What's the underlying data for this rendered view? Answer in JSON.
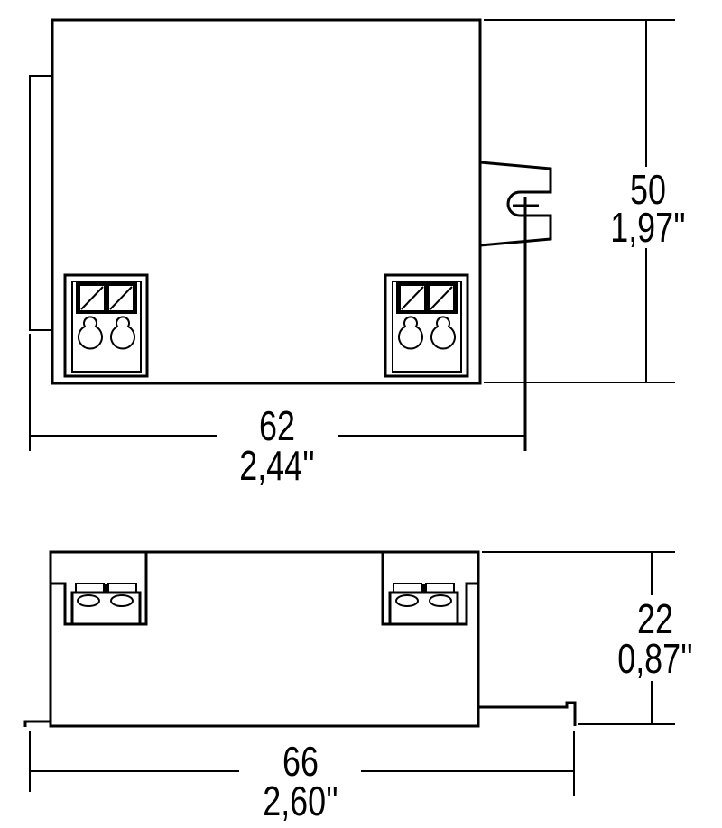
{
  "top_view": {
    "width_mm": "62",
    "width_in": "2,44''",
    "height_mm": "50",
    "height_in": "1,97''"
  },
  "side_view": {
    "width_mm": "66",
    "width_in": "2,60''",
    "height_mm": "22",
    "height_in": "0,87''"
  },
  "colors": {
    "line": "#000000",
    "background": "#ffffff"
  }
}
